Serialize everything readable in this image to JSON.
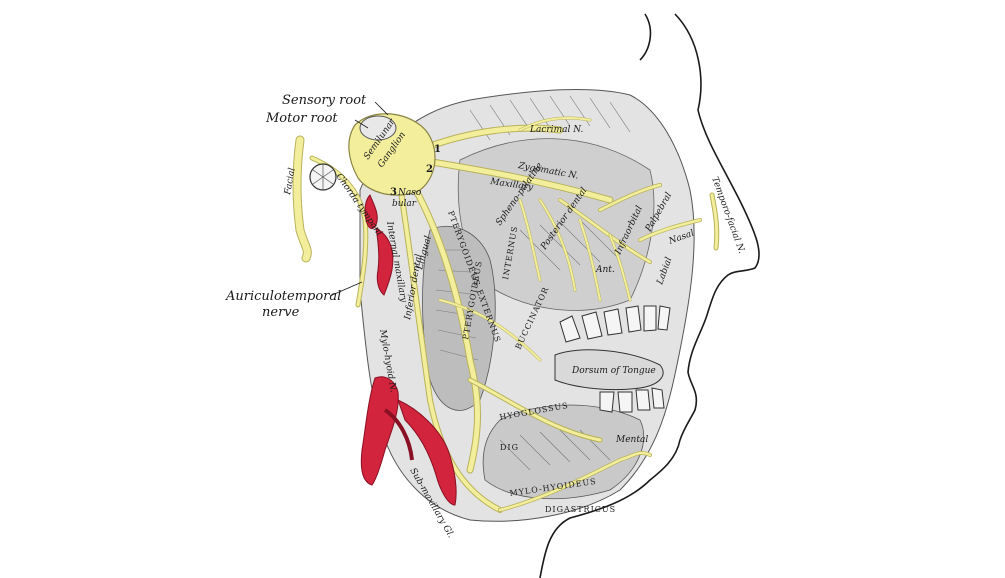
{
  "colors": {
    "nerve": "#f2ee9c",
    "nerve_edge": "#b9b25a",
    "artery": "#d2243c",
    "artery_dark": "#8a1024",
    "ink": "#1a1a1a",
    "tissue": "#dcdcdc",
    "background": "#ffffff"
  },
  "labels": {
    "sensory_root": "Sensory root",
    "motor_root": "Motor root",
    "auriculotemporal": "Auriculotemporal",
    "nerve": "nerve",
    "semilunar": "Semilunar",
    "ganglion": "Ganglion",
    "num_1": "1",
    "num_2": "2",
    "num_3": "3",
    "nasal_prefix": "Naso",
    "buccal_suffix": "bular",
    "lacrimal": "Lacrimal N.",
    "zygomatic": "Zygomatic N.",
    "maxillary": "Maxillary",
    "facial": "Facial",
    "chorda_tympani": "Chorda tympani",
    "spheno_palatine": "Spheno-palatine",
    "posterior_dental": "Posterior dental",
    "infraorbital": "Infraorbital",
    "ant": "Ant.",
    "palpebral": "Palpebral",
    "nasal": "Nasal",
    "labial": "Labial",
    "temporal_facial": "Temporo-facial N.",
    "internal_maxillary": "Internal maxillary",
    "lingual": "Lingual",
    "inferior_dental": "Inferior dental",
    "mylohyoid_n": "Mylo-hyoid N.",
    "dorsum_tongue": "Dorsum of Tongue",
    "mental": "Mental",
    "submaxillary": "Sub-maxillary Gl.",
    "digastricus": "DIGASTRICUS",
    "mylo_hyoideus": "MYLO-HYOIDEUS",
    "hyoglossus": "HYOGLOSSUS",
    "buccinator": "BUCCINATOR",
    "pterygoideus_ext": "PTERYGOIDEUS EXTERNUS",
    "pterygoideus_int": "PTERYGOIDEUS",
    "internus": "INTERNUS",
    "dig": "DIG"
  }
}
